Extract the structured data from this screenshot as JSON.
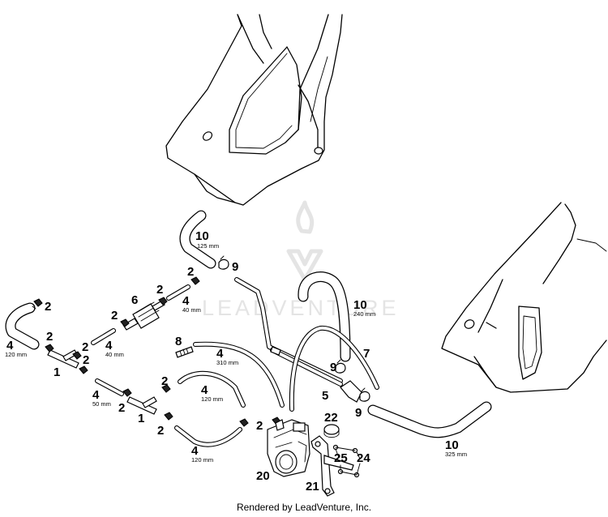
{
  "watermark": {
    "text": "LEADVENTURE"
  },
  "footer": {
    "text": "Rendered by LeadVenture, Inc."
  },
  "callouts": {
    "c10a": "10",
    "c10b": "10",
    "c10c": "10",
    "c9a": "9",
    "c9b": "9",
    "c9c": "9",
    "c2a": "2",
    "c2b": "2",
    "c2c": "2",
    "c2d": "2",
    "c2e": "2",
    "c2f": "2",
    "c2g": "2",
    "c2h": "2",
    "c2i": "2",
    "c2j": "2",
    "c6": "6",
    "c4a": "4",
    "c4b": "4",
    "c4c": "4",
    "c4d": "4",
    "c4e": "4",
    "c4f": "4",
    "c4g": "4",
    "c1a": "1",
    "c1b": "1",
    "c8": "8",
    "c7": "7",
    "c5": "5",
    "c22": "22",
    "c20": "20",
    "c25": "25",
    "c24": "24",
    "c21": "21"
  },
  "lengths": {
    "l125": "125 mm",
    "l240": "240 mm",
    "l120a": "120 mm",
    "l40a": "40 mm",
    "l40b": "40 mm",
    "l310": "310 mm",
    "l50": "50 mm",
    "l120b": "120 mm",
    "l120c": "120 mm",
    "l325": "325 mm"
  }
}
